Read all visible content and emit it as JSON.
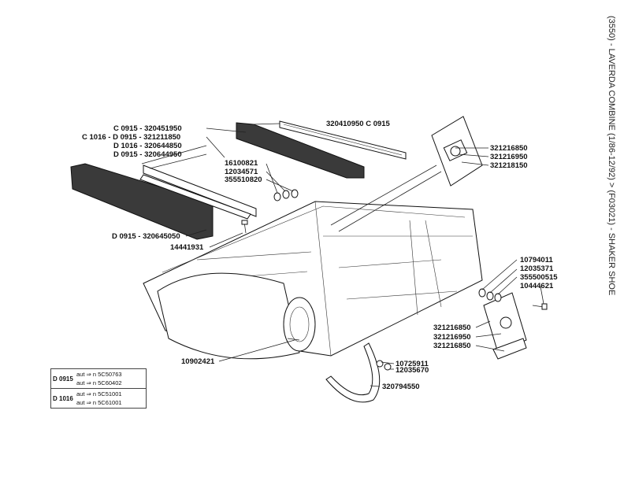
{
  "title": "(3550) - LAVERDA COMBINE (1/86-12/92) > (F03021) - SHAKER SHOE",
  "labels": {
    "l1": "C 0915 - 320451950",
    "l2": "C 1016 - D 0915 - 321211850",
    "l3": "D 1016 - 320644850",
    "l4": "D 0915 - 320644950",
    "l5": "320410950 C 0915",
    "l6": "16100821",
    "l7": "12034571",
    "l8": "355510820",
    "l9": "D 0915 - 320645050",
    "l10": "14441931",
    "l11": "321216850",
    "l12": "321216950",
    "l13": "321218150",
    "l14": "10794011",
    "l15": "12035371",
    "l16": "355500515",
    "l17": "10444621",
    "l18": "321216850",
    "l19": "321216950",
    "l20": "321216850",
    "l21": "10902421",
    "l22": "10725911",
    "l23": "12035670",
    "l24": "320794550"
  },
  "legend": {
    "rows": [
      {
        "code": "D 0915",
        "lines": [
          "aut ⇒ n 5C50763",
          "aut ⇒ n 5C60402"
        ]
      },
      {
        "code": "D 1016",
        "lines": [
          "aut ⇒ n 5C51001",
          "aut ⇒ n 5C61001"
        ]
      }
    ]
  }
}
